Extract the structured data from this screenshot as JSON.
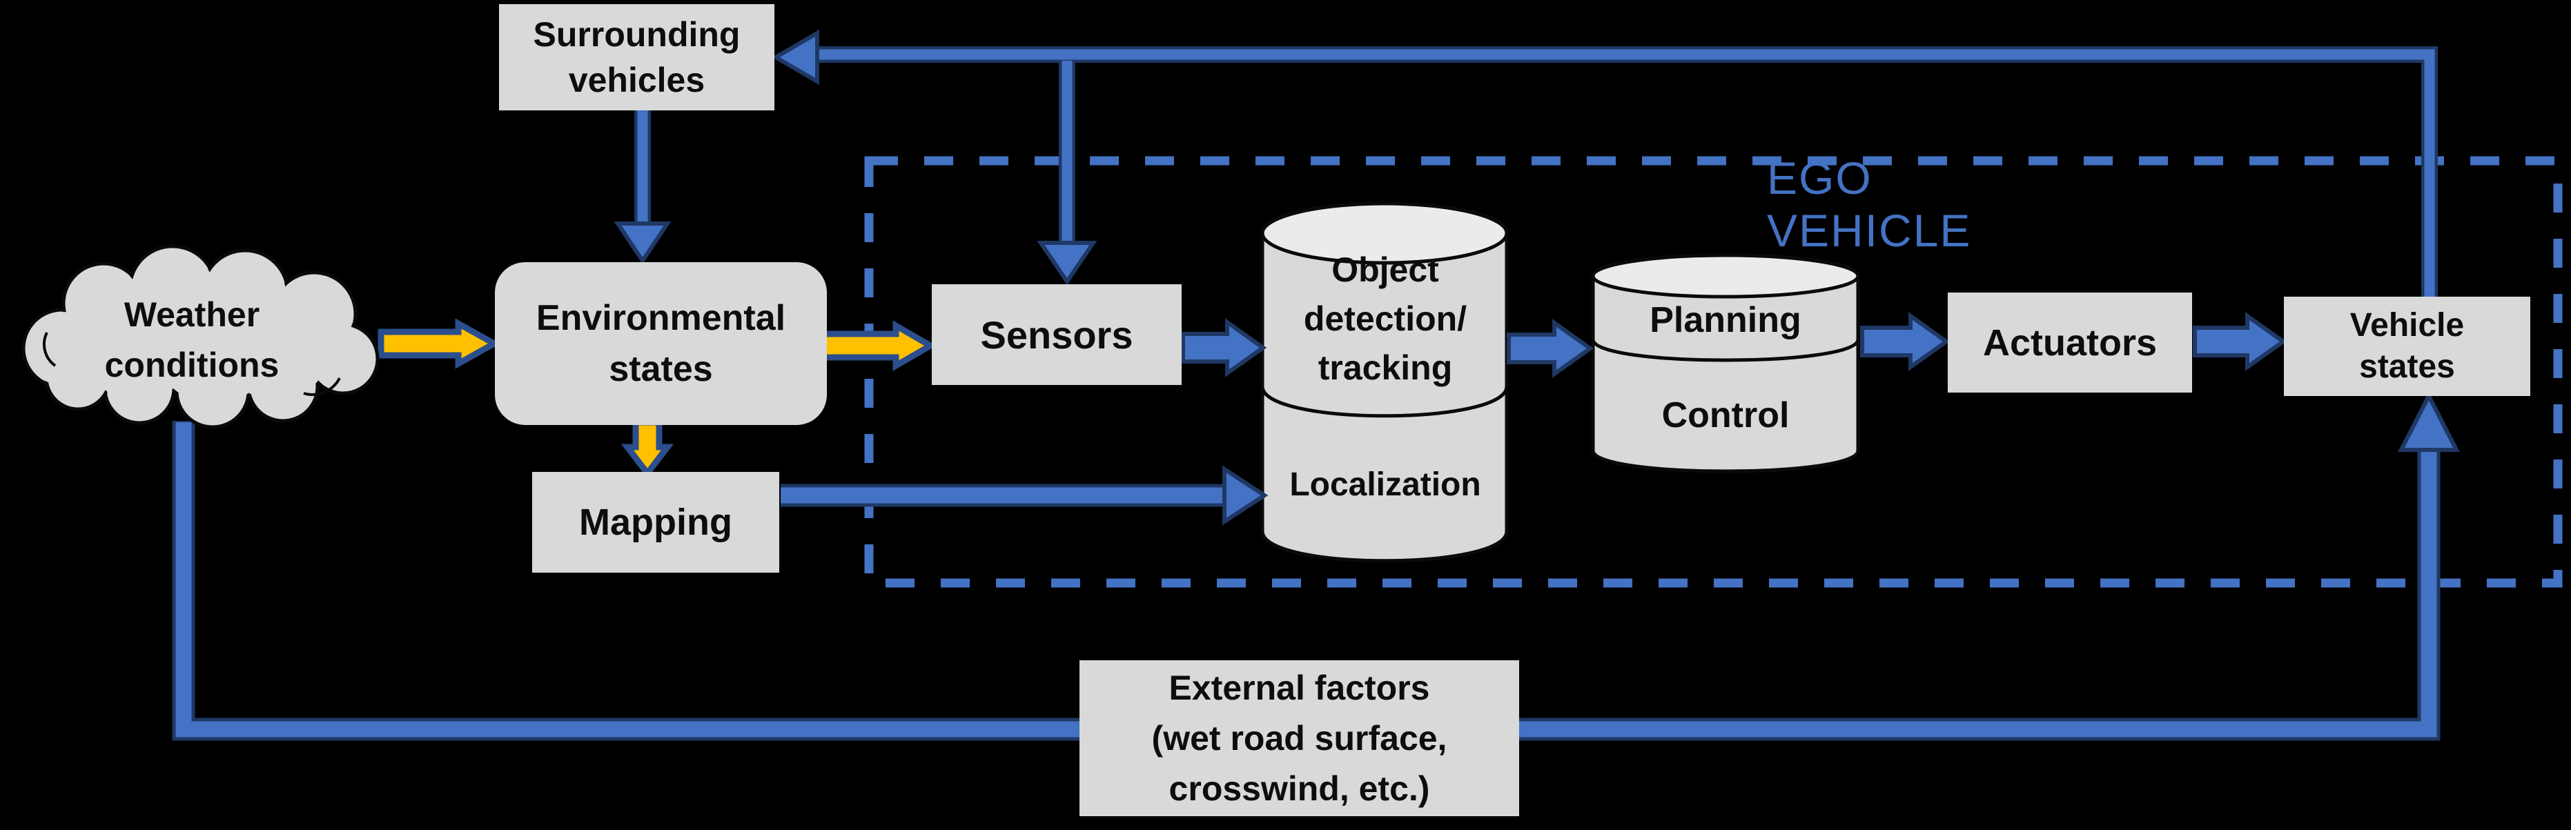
{
  "diagram": {
    "ego_region_label": "EGO VEHICLE",
    "nodes": {
      "weather_conditions": {
        "lines": [
          "Weather",
          "conditions"
        ]
      },
      "surrounding_vehicles": {
        "lines": [
          "Surrounding",
          "vehicles"
        ]
      },
      "environmental_states": {
        "lines": [
          "Environmental",
          "states"
        ]
      },
      "mapping": {
        "label": "Mapping"
      },
      "sensors": {
        "label": "Sensors"
      },
      "object_detection": {
        "lines": [
          "Object",
          "detection/",
          "tracking"
        ]
      },
      "localization": {
        "label": "Localization"
      },
      "planning": {
        "label": "Planning"
      },
      "control": {
        "label": "Control"
      },
      "actuators": {
        "label": "Actuators"
      },
      "vehicle_states": {
        "lines": [
          "Vehicle",
          "states"
        ]
      },
      "external_factors": {
        "lines": [
          "External factors",
          "(wet road surface,",
          "crosswind, etc.)"
        ]
      }
    },
    "colors": {
      "background": "#000000",
      "node_fill": "#D9D9D9",
      "node_text": "#0D0D0D",
      "arrow_blue": "#4472C4",
      "arrow_blue_outline": "#1F3864",
      "arrow_yellow": "#FFC000",
      "cylinder_outline": "#0A0A0A",
      "ego_border": "#4472C4",
      "ego_text": "#4472C4"
    }
  }
}
